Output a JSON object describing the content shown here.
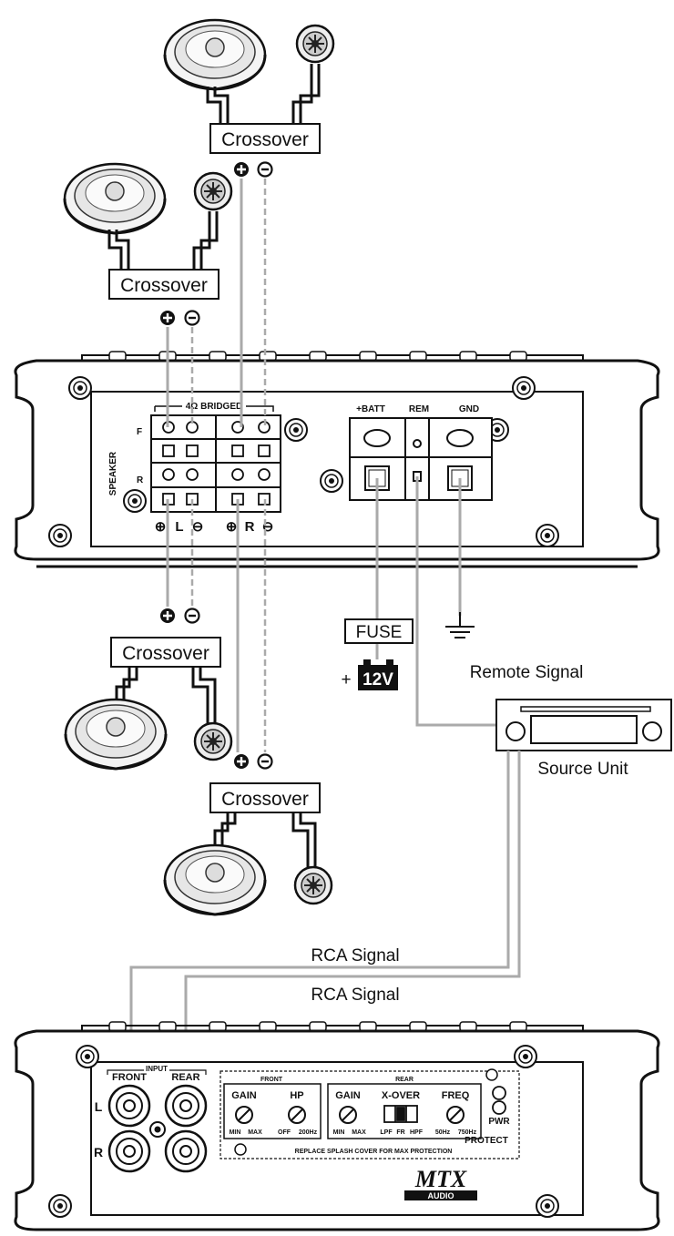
{
  "crossover_label": "Crossover",
  "fuse_label": "FUSE",
  "battery": {
    "plus": "+",
    "label": "12V"
  },
  "remote_signal_label": "Remote Signal",
  "source_unit_label": "Source Unit",
  "rca_signal_label": "RCA Signal",
  "polarity": {
    "plus": "+",
    "minus": "−"
  },
  "amp_top": {
    "bridged_label": "4Ω BRIDGED",
    "speaker_label": "SPEAKER",
    "row_f": "F",
    "row_r": "R",
    "channel_l": "L",
    "channel_r": "R",
    "terminal_batt": "+BATT",
    "terminal_rem": "REM",
    "terminal_gnd": "GND",
    "plus_sym": "⊕",
    "minus_sym": "⊖"
  },
  "amp_bottom": {
    "input_label": "INPUT",
    "front_label": "FRONT",
    "rear_label": "REAR",
    "l_label": "L",
    "r_label": "R",
    "front_section": "FRONT",
    "rear_section": "REAR",
    "gain": "GAIN",
    "hp": "HP",
    "xover": "X-OVER",
    "freq": "FREQ",
    "min": "MIN",
    "max": "MAX",
    "off": "OFF",
    "hz200": "200Hz",
    "lpf": "LPF",
    "fr": "FR",
    "hpf": "HPF",
    "hz50": "50Hz",
    "hz750": "750Hz",
    "pwr": "PWR",
    "protect": "PROTECT",
    "splash": "REPLACE SPLASH COVER FOR MAX PROTECTION",
    "brand": "MTX",
    "brand_sub": "AUDIO"
  }
}
